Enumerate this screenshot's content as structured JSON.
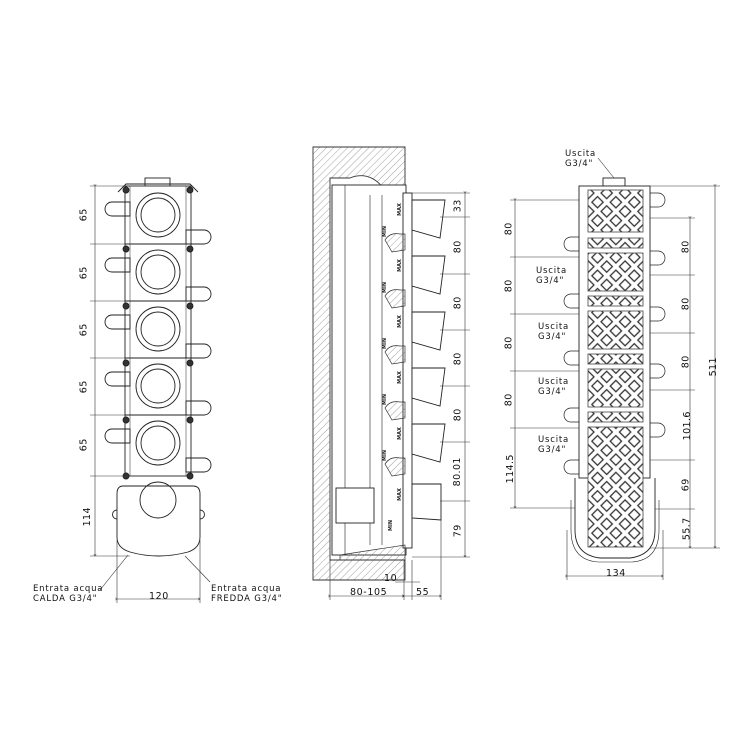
{
  "drawing": {
    "front_view": {
      "module_count": 5,
      "module_spacing_labels": [
        "65",
        "65",
        "65",
        "65",
        "65"
      ],
      "body_height_label": "114",
      "width_label": "120",
      "inlet_hot": {
        "line1": "Entrata acqua",
        "line2": "CALDA G3/4\""
      },
      "inlet_cold": {
        "line1": "Entrata acqua",
        "line2": "FREDDA G3/4\""
      }
    },
    "side_view": {
      "spacing_labels": [
        "33",
        "80",
        "80",
        "80",
        "80",
        "80.01",
        "79"
      ],
      "valve_markings": {
        "min": "MIN",
        "max": "MAX"
      },
      "wall_depth_label": "80-105",
      "offset_label": "10",
      "projection_label": "55"
    },
    "back_view": {
      "top_outlet": {
        "line1": "Uscita",
        "line2": "G3/4\""
      },
      "side_outlets": [
        {
          "line1": "Uscita",
          "line2": "G3/4\""
        },
        {
          "line1": "Uscita",
          "line2": "G3/4\""
        },
        {
          "line1": "Uscita",
          "line2": "G3/4\""
        },
        {
          "line1": "Uscita",
          "line2": "G3/4\""
        }
      ],
      "left_spacing_labels": [
        "80",
        "80",
        "80",
        "80",
        "114.5"
      ],
      "right_spacing_labels": [
        "80",
        "80",
        "80",
        "101.6",
        "69",
        "55.7"
      ],
      "total_height_label": "511",
      "width_label": "134"
    }
  }
}
